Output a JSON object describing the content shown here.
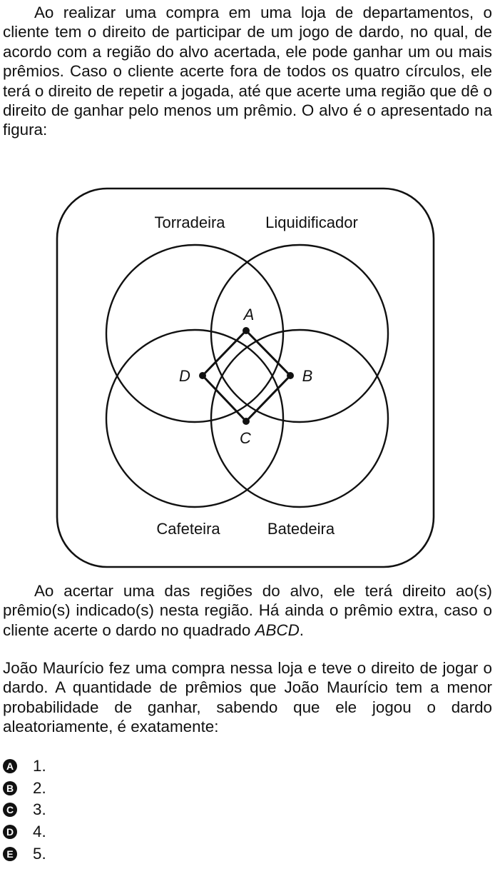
{
  "question": {
    "paragraph1": "Ao realizar uma compra em uma loja de departamentos, o cliente tem o direito de participar de um jogo de dardo, no qual, de acordo com a região do alvo acertada, ele pode ganhar um ou mais prêmios. Caso o cliente acerte fora de todos os quatro círculos, ele terá o direito de repetir a jogada, até que acerte uma região que dê o direito de ganhar pelo menos um prêmio. O alvo é o apresentado na figura:",
    "paragraph2_part1": "Ao acertar uma das regiões do alvo, ele terá direito ao(s) prêmio(s) indicado(s) nesta região. Há ainda o prêmio extra, caso o cliente acerte o dardo no quadrado ",
    "paragraph2_square": "ABCD",
    "paragraph2_part2": ".",
    "paragraph3": "João Maurício fez uma compra nessa loja e teve o direito de jogar o dardo. A quantidade de prêmios que João Maurício tem a menor probabilidade de ganhar, sabendo que ele jogou o dardo aleatoriamente, é exatamente:"
  },
  "figure": {
    "circle_labels": {
      "top_left": "Torradeira",
      "top_right": "Liquidificador",
      "bottom_left": "Cafeteira",
      "bottom_right": "Batedeira"
    },
    "points": {
      "a": "A",
      "b": "B",
      "c": "C",
      "d": "D"
    }
  },
  "options": [
    {
      "letter": "A",
      "text": "1."
    },
    {
      "letter": "B",
      "text": "2."
    },
    {
      "letter": "C",
      "text": "3."
    },
    {
      "letter": "D",
      "text": "4."
    },
    {
      "letter": "E",
      "text": "5."
    }
  ]
}
